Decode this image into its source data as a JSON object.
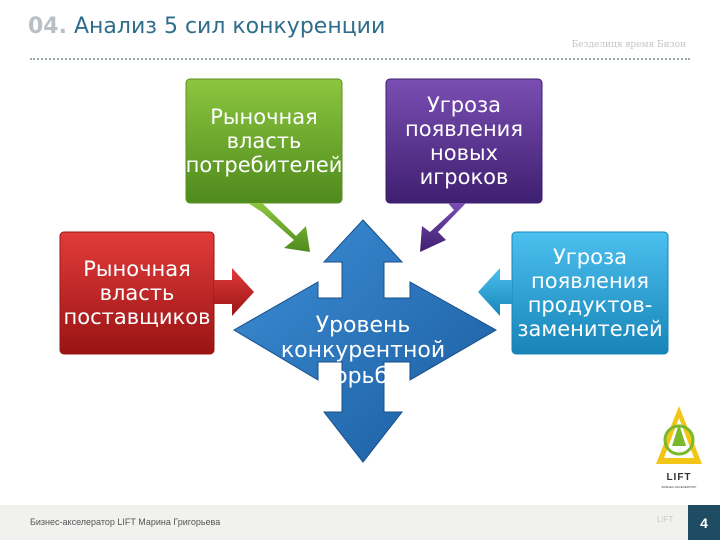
{
  "header": {
    "number": "04.",
    "title": "Анализ 5 сил конкуренции",
    "subtitle": "Безделиця время Бизон"
  },
  "diagram": {
    "center": "Уровень\nконкурентной\nборьбы",
    "forces": [
      {
        "id": "buyers",
        "label": "Рыночная\nвласть\nпотребителей",
        "color": "#6fa42a"
      },
      {
        "id": "new_entrants",
        "label": "Угроза\nпоявления\nновых\nигроков",
        "color": "#5b3592"
      },
      {
        "id": "suppliers",
        "label": "Рыночная\nвласть\nпоставщиков",
        "color": "#c62323"
      },
      {
        "id": "substitutes",
        "label": "Угроза\nпоявления\nпродуктов-\nзаменителей",
        "color": "#2aa2d8"
      }
    ],
    "center_color": "#1f6fb8"
  },
  "logo": {
    "name": "LIFT",
    "tagline": "БИЗНЕС-АКСЕЛЕРАТОР"
  },
  "footer": {
    "text": "Бизнес-акселератор LIFT Марина Григорьева",
    "small": "LIFT",
    "page": "4"
  }
}
